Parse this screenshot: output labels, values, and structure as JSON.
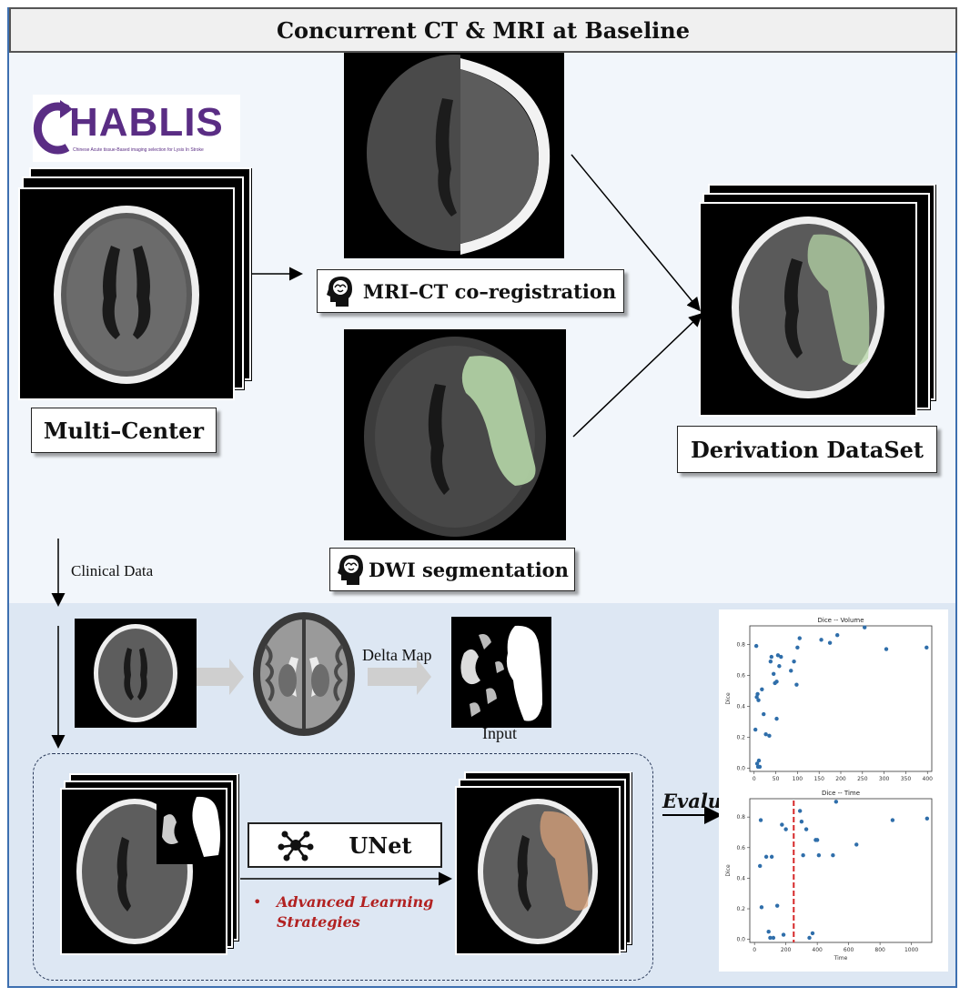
{
  "header": {
    "title": "Concurrent CT & MRI at Baseline"
  },
  "logo": {
    "text": "HABLIS",
    "tagline": "Chinese Acute tissue-Based imaging selection for Lysis In Stroke"
  },
  "labels": {
    "multi_center": "Multi–Center",
    "coregistration": "MRI–CT co–registration",
    "dwi_segmentation": "DWI segmentation",
    "derivation": "Derivation DataSet",
    "clinical_data": "Clinical Data",
    "delta_map": "Delta Map",
    "input": "Input",
    "unet": "UNet",
    "strategies_line1": "Advanced Learning",
    "strategies_line2": "Strategies",
    "bullet": "•",
    "evaluation": "Evaluation"
  },
  "icons": {
    "brain_head": "brain-head-icon",
    "network": "network-icon"
  },
  "colors": {
    "frame": "#3d6fb0",
    "lesion": "#b5d6a7",
    "prediction": "#d9a27a",
    "strategies": "#b22222",
    "threshold": "#d62728",
    "points": "#2f6eaa"
  },
  "chart_data": [
    {
      "type": "scatter",
      "title": "Dice -- Volume",
      "xlabel": "",
      "ylabel": "Dice",
      "xlim": [
        -10,
        410
      ],
      "ylim": [
        -0.02,
        0.92
      ],
      "xticks": [
        0,
        50,
        100,
        150,
        200,
        250,
        300,
        350,
        400
      ],
      "yticks": [
        0.0,
        0.2,
        0.4,
        0.6,
        0.8
      ],
      "points": [
        [
          5,
          0.79
        ],
        [
          3,
          0.25
        ],
        [
          6,
          0.46
        ],
        [
          8,
          0.48
        ],
        [
          10,
          0.44
        ],
        [
          7,
          0.03
        ],
        [
          9,
          0.01
        ],
        [
          11,
          0.05
        ],
        [
          13,
          0.01
        ],
        [
          18,
          0.51
        ],
        [
          22,
          0.35
        ],
        [
          27,
          0.22
        ],
        [
          35,
          0.21
        ],
        [
          38,
          0.69
        ],
        [
          40,
          0.72
        ],
        [
          45,
          0.61
        ],
        [
          48,
          0.55
        ],
        [
          52,
          0.56
        ],
        [
          52,
          0.32
        ],
        [
          55,
          0.73
        ],
        [
          58,
          0.66
        ],
        [
          62,
          0.72
        ],
        [
          85,
          0.63
        ],
        [
          92,
          0.69
        ],
        [
          98,
          0.54
        ],
        [
          100,
          0.78
        ],
        [
          105,
          0.84
        ],
        [
          155,
          0.83
        ],
        [
          175,
          0.81
        ],
        [
          192,
          0.86
        ],
        [
          255,
          0.91
        ],
        [
          305,
          0.77
        ],
        [
          398,
          0.78
        ]
      ]
    },
    {
      "type": "scatter",
      "title": "Dice -- Time",
      "xlabel": "Time",
      "ylabel": "Dice",
      "xlim": [
        -30,
        1130
      ],
      "ylim": [
        -0.02,
        0.92
      ],
      "xticks": [
        0,
        200,
        400,
        600,
        800,
        1000
      ],
      "yticks": [
        0.0,
        0.2,
        0.4,
        0.6,
        0.8
      ],
      "threshold_x": 250,
      "points": [
        [
          40,
          0.78
        ],
        [
          35,
          0.48
        ],
        [
          45,
          0.21
        ],
        [
          75,
          0.54
        ],
        [
          90,
          0.05
        ],
        [
          100,
          0.01
        ],
        [
          110,
          0.54
        ],
        [
          120,
          0.01
        ],
        [
          145,
          0.22
        ],
        [
          175,
          0.75
        ],
        [
          185,
          0.03
        ],
        [
          200,
          0.72
        ],
        [
          290,
          0.84
        ],
        [
          300,
          0.77
        ],
        [
          310,
          0.55
        ],
        [
          330,
          0.72
        ],
        [
          350,
          0.01
        ],
        [
          370,
          0.04
        ],
        [
          390,
          0.65
        ],
        [
          400,
          0.65
        ],
        [
          410,
          0.55
        ],
        [
          500,
          0.55
        ],
        [
          520,
          0.9
        ],
        [
          650,
          0.62
        ],
        [
          880,
          0.78
        ],
        [
          1100,
          0.79
        ]
      ]
    }
  ]
}
